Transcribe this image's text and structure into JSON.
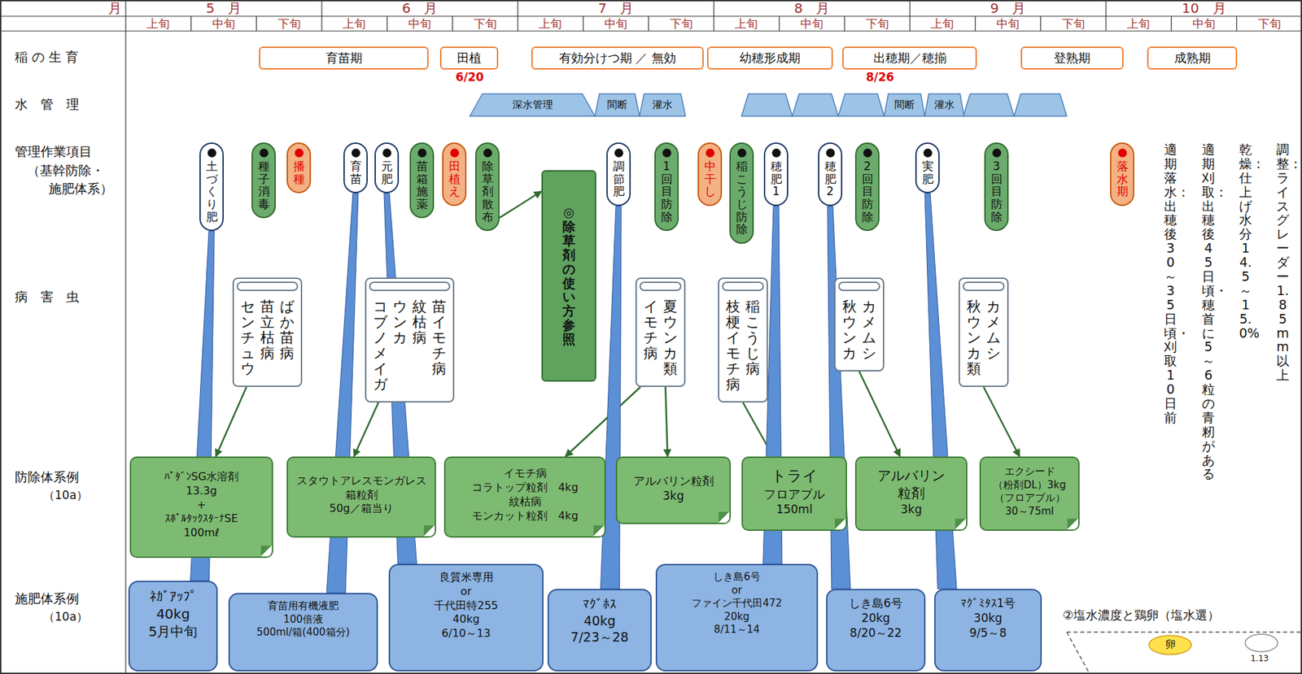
{
  "diagram": {
    "nodes": [
      {
        "text": [
          "育苗期"
        ]
      },
      {
        "text": [
          "田植"
        ]
      },
      {
        "text": [
          "有効分けつ期 ／ 無効"
        ]
      },
      {
        "text": [
          "幼穂形成期"
        ]
      },
      {
        "text": [
          "出穂期／穂揃"
        ]
      },
      {
        "text": [
          "登熟期"
        ]
      },
      {
        "text": [
          "成熟期"
        ]
      },
      {
        "text": [
          "深水管理"
        ]
      },
      {
        "text": [
          "間断"
        ]
      },
      {
        "text": [
          "灌水"
        ]
      },
      {
        "text": [
          "間断"
        ]
      },
      {
        "text": [
          "灌水"
        ]
      },
      {
        "text": [
          "土づくり肥"
        ]
      },
      {
        "text": [
          "種子消毒"
        ]
      },
      {
        "text": [
          "播種"
        ]
      },
      {
        "text": [
          "育苗"
        ]
      },
      {
        "text": [
          "元肥"
        ]
      },
      {
        "text": [
          "苗箱施薬"
        ]
      },
      {
        "text": [
          "田植え"
        ]
      },
      {
        "text": [
          "除草剤散布"
        ]
      },
      {
        "text": [
          "◎除草剤の使い方参照"
        ]
      },
      {
        "text": [
          "調節肥"
        ]
      },
      {
        "text": [
          "1回目防除"
        ]
      },
      {
        "text": [
          "中干し"
        ]
      },
      {
        "text": [
          "稲こうじ防除"
        ]
      },
      {
        "text": [
          "穂肥1"
        ]
      },
      {
        "text": [
          "穂肥2"
        ]
      },
      {
        "text": [
          "2回目防除"
        ]
      },
      {
        "text": [
          "実肥"
        ]
      },
      {
        "text": [
          "3回目防除"
        ]
      },
      {
        "text": [
          "落水期"
        ]
      },
      {
        "text": [
          "ばか苗病",
          "苗立枯病",
          "センチュウ"
        ]
      },
      {
        "text": [
          "苗イモチ病",
          "紋枯病",
          "ウンカ",
          "コブノメイガ"
        ]
      },
      {
        "text": [
          "夏ウンカ類",
          "イモチ病"
        ]
      },
      {
        "text": [
          "稲こうじ病",
          "枝梗イモチ病"
        ]
      },
      {
        "text": [
          "カメムシ",
          "秋ウンカ"
        ]
      },
      {
        "text": [
          "カメムシ",
          "秋ウンカ類"
        ]
      },
      {
        "text": [
          "ﾊﾟﾀﾞﾝSG水溶剤",
          "13.3g",
          "+",
          "ｽﾎﾟﾙﾀｯｸｽﾀｰﾅSE",
          "100mℓ"
        ]
      },
      {
        "text": [
          "スタウトアレスモンガレス",
          "箱粒剤",
          "50g／箱当り"
        ]
      },
      {
        "text": [
          "イモチ病",
          "コラトップ粒剤　4kg",
          "紋枯病",
          "モンカット粒剤　4kg"
        ]
      },
      {
        "text": [
          "アルバリン粒剤",
          "3kg"
        ]
      },
      {
        "text": [
          "トライ",
          "フロアブル",
          "150ml"
        ]
      },
      {
        "text": [
          "アルバリン",
          "粒剤",
          "3kg"
        ]
      },
      {
        "text": [
          "エクシード",
          "（粉剤DL）3kg",
          "（フロアブル）",
          "30～75ml"
        ]
      },
      {
        "text": [
          "ﾈｶﾞｱｯﾌﾟ",
          "40kg",
          "5月中旬"
        ]
      },
      {
        "text": [
          "育苗用有機液肥",
          "100倍液",
          "500ml/箱(400箱分)"
        ]
      },
      {
        "text": [
          "良質米専用",
          "or",
          "千代田特255",
          "40kg",
          "6/10～13"
        ]
      },
      {
        "text": [
          "ﾏｸﾞﾎｽ",
          "40kg",
          "7/23～28"
        ]
      },
      {
        "text": [
          "しき島6号",
          "or",
          "ファイン千代田472",
          "20kg",
          "8/11～14"
        ]
      },
      {
        "text": [
          "しき島6号",
          "20kg",
          "8/20～22"
        ]
      },
      {
        "text": [
          "ﾏｸﾞﾐﾀｽ1号",
          "30kg",
          "9/5～8"
        ]
      },
      {
        "text": [
          "卵"
        ]
      }
    ],
    "edges": [
      {
        "from": 19,
        "to": 20,
        "arrow": "to"
      },
      {
        "from": 31,
        "to": 37,
        "arrow": "to"
      },
      {
        "from": 32,
        "to": 38,
        "arrow": "to"
      },
      {
        "from": 33,
        "to": 39,
        "arrow": "to"
      },
      {
        "from": 33,
        "to": 40,
        "arrow": "to"
      },
      {
        "from": 34,
        "to": 41,
        "arrow": "to"
      },
      {
        "from": 35,
        "to": 42,
        "arrow": "to"
      },
      {
        "from": 36,
        "to": 43,
        "arrow": "to"
      },
      {
        "from": 12,
        "to": 44,
        "arrow": "none"
      },
      {
        "from": 15,
        "to": 45,
        "arrow": "none"
      },
      {
        "from": 16,
        "to": 46,
        "arrow": "none"
      },
      {
        "from": 21,
        "to": 47,
        "arrow": "none"
      },
      {
        "from": 25,
        "to": 48,
        "arrow": "none"
      },
      {
        "from": 26,
        "to": 49,
        "arrow": "none"
      },
      {
        "from": 28,
        "to": 50,
        "arrow": "none"
      }
    ],
    "labels": [
      "月",
      "5　月",
      "6　月",
      "7　月",
      "8　月",
      "9　月",
      "10　月",
      "上旬",
      "中旬",
      "下旬",
      "上旬",
      "中旬",
      "下旬",
      "上旬",
      "中旬",
      "下旬",
      "上旬",
      "中旬",
      "下旬",
      "上旬",
      "中旬",
      "下旬",
      "上旬",
      "中旬",
      "下旬",
      "稲の生育",
      "水　管　理",
      "管理作業項目",
      "（基幹防除・",
      "施肥体系）",
      "病　害　虫",
      "防除体系例",
      "（10a）",
      "施肥体系例",
      "（10a）",
      "6/20",
      "8/26",
      "適期落水：出穂後30～35日頃・刈取10日前",
      "適期刈取：出穂後45日頃・穂首に5～6粒の青籾がある",
      "乾燥：仕上げ水分14.5～15.0%",
      "調整：ライスグレーダー1.85mm以上",
      "②塩水濃度と鶏卵（塩水選）",
      "1.13"
    ]
  }
}
